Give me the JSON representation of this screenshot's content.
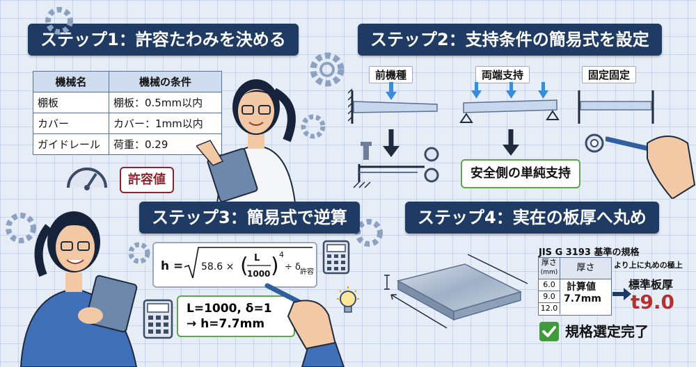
{
  "step1": {
    "title": "ステップ1：許容たわみを決める",
    "table": {
      "headers": [
        "機械名",
        "機械の条件"
      ],
      "rows": [
        [
          "棚板",
          "棚板：0.5mm以内"
        ],
        [
          "カバー",
          "カバー：1mm以内"
        ],
        [
          "ガイドレール",
          "荷重：0.29"
        ]
      ]
    },
    "callout": "許容値"
  },
  "step2": {
    "title": "ステップ2：支持条件の簡易式を設定",
    "labels": [
      "前機種",
      "両端支持",
      "固定固定"
    ],
    "callout": "安全側の単純支持"
  },
  "step3": {
    "title": "ステップ3：簡易式で逆算",
    "formula": {
      "lhs": "h =",
      "coef": "58.6 ×",
      "num": "L",
      "den": "1000",
      "exp": "4",
      "div": "÷ δ",
      "sub": "許容"
    },
    "result": [
      "L=1000, δ=1",
      "→ h=7.7mm"
    ]
  },
  "step4": {
    "title": "ステップ4：実在の板厚へ丸め",
    "std_title": "JIS G 3193 基準の規格",
    "std_sub": "より上に丸めの極上",
    "col1": "厚さ",
    "col1_unit": "(mm)",
    "col2": "厚さ",
    "thicknesses": [
      "6.0",
      "9.0",
      "12.0"
    ],
    "calc_label": "計算値",
    "calc_value": "7.7mm",
    "std_label": "標準板厚",
    "std_value": "t9.0",
    "done": "規格選定完了"
  },
  "colors": {
    "banner": "#1f3b63",
    "accent_red": "#8b2330",
    "accent_green": "#5aa84a",
    "highlight_red": "#b5302f"
  }
}
